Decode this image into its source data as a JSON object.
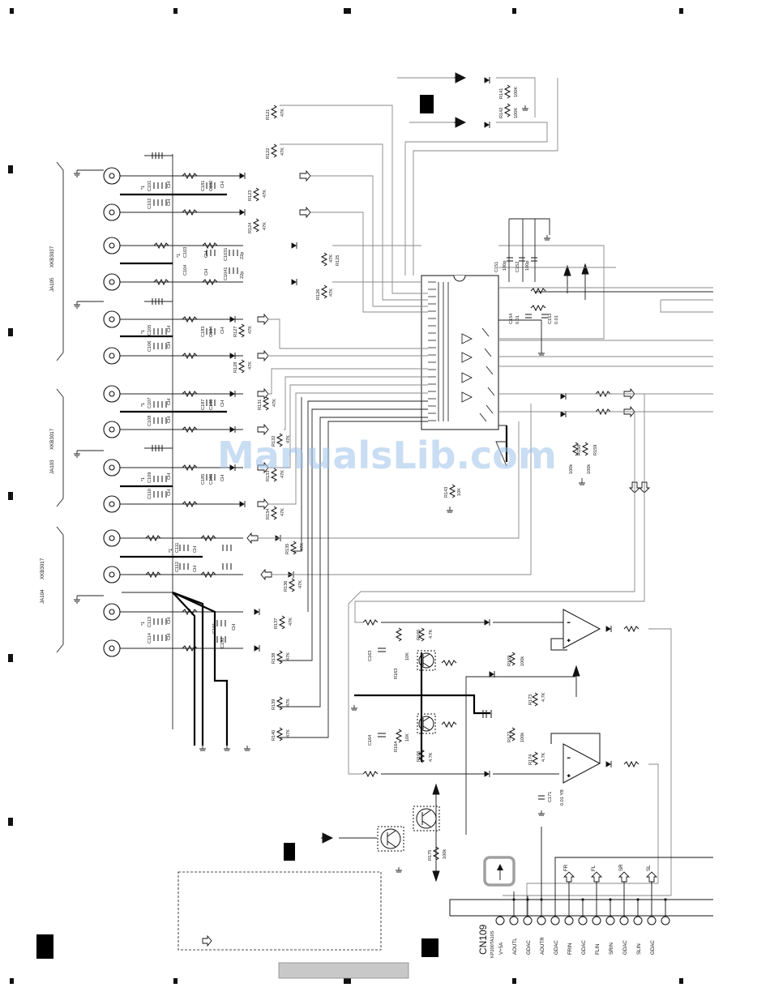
{
  "watermark": "ManualsLib.com",
  "jacks": [
    {
      "ref": "JA105",
      "part": "XKB3037"
    },
    {
      "ref": "JA103",
      "part": "XKB3017"
    },
    {
      "ref": "JA104",
      "part": "XKB3017"
    }
  ],
  "connector": {
    "ref": "CN109",
    "part": "KP200TA10S",
    "pins": [
      "V+5A",
      "AOUTL",
      "GDAC",
      "AOUTR",
      "GDAC",
      "FRIN",
      "GDAC",
      "FLIN",
      "SRIN",
      "GDAC",
      "SLIN",
      "GDAC"
    ],
    "outputs": [
      "FR",
      "FL",
      "SR",
      "SL"
    ]
  },
  "labels": {
    "cap_ch": "CH",
    "star1": "*1",
    "v47k": "47K",
    "v100k": "100K",
    "v10k": "10K",
    "v4_7k": "4.7K",
    "v22p": "22p",
    "v100p": "100p",
    "v0_01": "0.01",
    "v0_01yb": "0.01 YB",
    "v100k_lc": "100k",
    "v10k_lc": "10k"
  },
  "resistors": {
    "r121": "R121",
    "r122": "R122",
    "r123": "R123",
    "r124": "R124",
    "r125": "R125",
    "r126": "R126",
    "r127": "R127",
    "r128": "R128",
    "r131": "R131",
    "r132": "R132",
    "r133": "R133",
    "r134": "R134",
    "r135": "R135",
    "r136": "R136",
    "r137": "R137",
    "r138": "R138",
    "r139": "R139",
    "r140": "R140",
    "r141": "R141",
    "r142": "R142",
    "r143": "R143",
    "r158": "R158",
    "r159": "R159",
    "r163": "R163",
    "r164": "R164",
    "r165": "R165",
    "r166": "R166",
    "r169": "R169",
    "r172": "R172",
    "r173": "R173",
    "r174": "R174",
    "r175": "R175"
  },
  "capacitors": {
    "c101": "C101",
    "c102": "C102",
    "c103": "C103",
    "c104": "C104",
    "c105": "C105",
    "c106": "C106",
    "c107": "C107",
    "c108": "C108",
    "c109": "C109",
    "c110": "C110",
    "c111": "C111",
    "c112": "C112",
    "c113": "C113",
    "c114": "C114",
    "c151": "C151",
    "c152": "C152",
    "c153": "C153",
    "c154": "C154",
    "c163": "C163",
    "c164": "C164",
    "c171": "C171",
    "c1031": "C1031",
    "c1041": "C1041",
    "c181": "C181",
    "c182": "C182",
    "c183": "C183",
    "c184": "C184",
    "c185": "C185",
    "c186": "C186",
    "c187": "C187",
    "c188": "C188",
    "c191": "C191",
    "c192": "C192"
  }
}
